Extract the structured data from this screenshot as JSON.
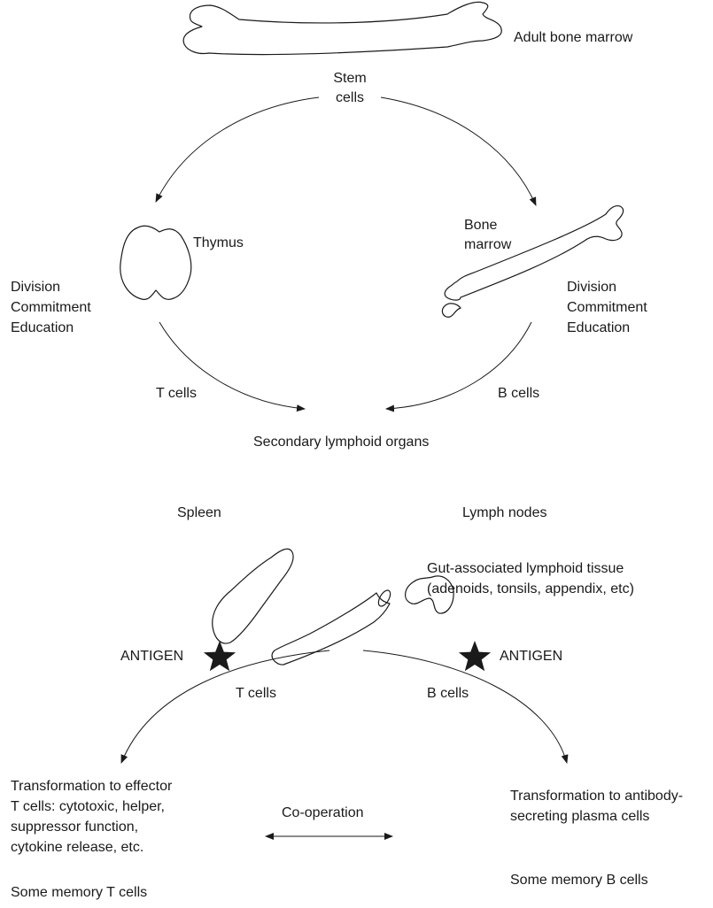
{
  "labels": {
    "adult_bone_marrow": "Adult bone marrow",
    "stem_cells_1": "Stem",
    "stem_cells_2": "cells",
    "thymus": "Thymus",
    "bone_marrow_1": "Bone",
    "bone_marrow_2": "marrow",
    "left_process": [
      "Division",
      "Commitment",
      "Education"
    ],
    "right_process": [
      "Division",
      "Commitment",
      "Education"
    ],
    "t_cells_upper": "T cells",
    "b_cells_upper": "B cells",
    "secondary_lymphoid": "Secondary lymphoid organs",
    "spleen": "Spleen",
    "lymph_nodes": "Lymph nodes",
    "galt_1": "Gut-associated lymphoid tissue",
    "galt_2": "(adenoids, tonsils, appendix, etc)",
    "antigen_left": "ANTIGEN",
    "antigen_right": "ANTIGEN",
    "t_cells_lower": "T cells",
    "b_cells_lower": "B cells",
    "t_effector": [
      "Transformation to effector",
      "T cells: cytotoxic, helper,",
      "suppressor function,",
      "cytokine release, etc."
    ],
    "co_operation": "Co-operation",
    "b_plasma": [
      "Transformation to antibody-",
      "secreting plasma cells"
    ],
    "memory_t": "Some memory T cells",
    "memory_b": "Some memory B cells"
  },
  "icons": {
    "antigen_marker": "star-icon"
  },
  "colors": {
    "ink": "#1a1a1a",
    "background": "#ffffff"
  }
}
